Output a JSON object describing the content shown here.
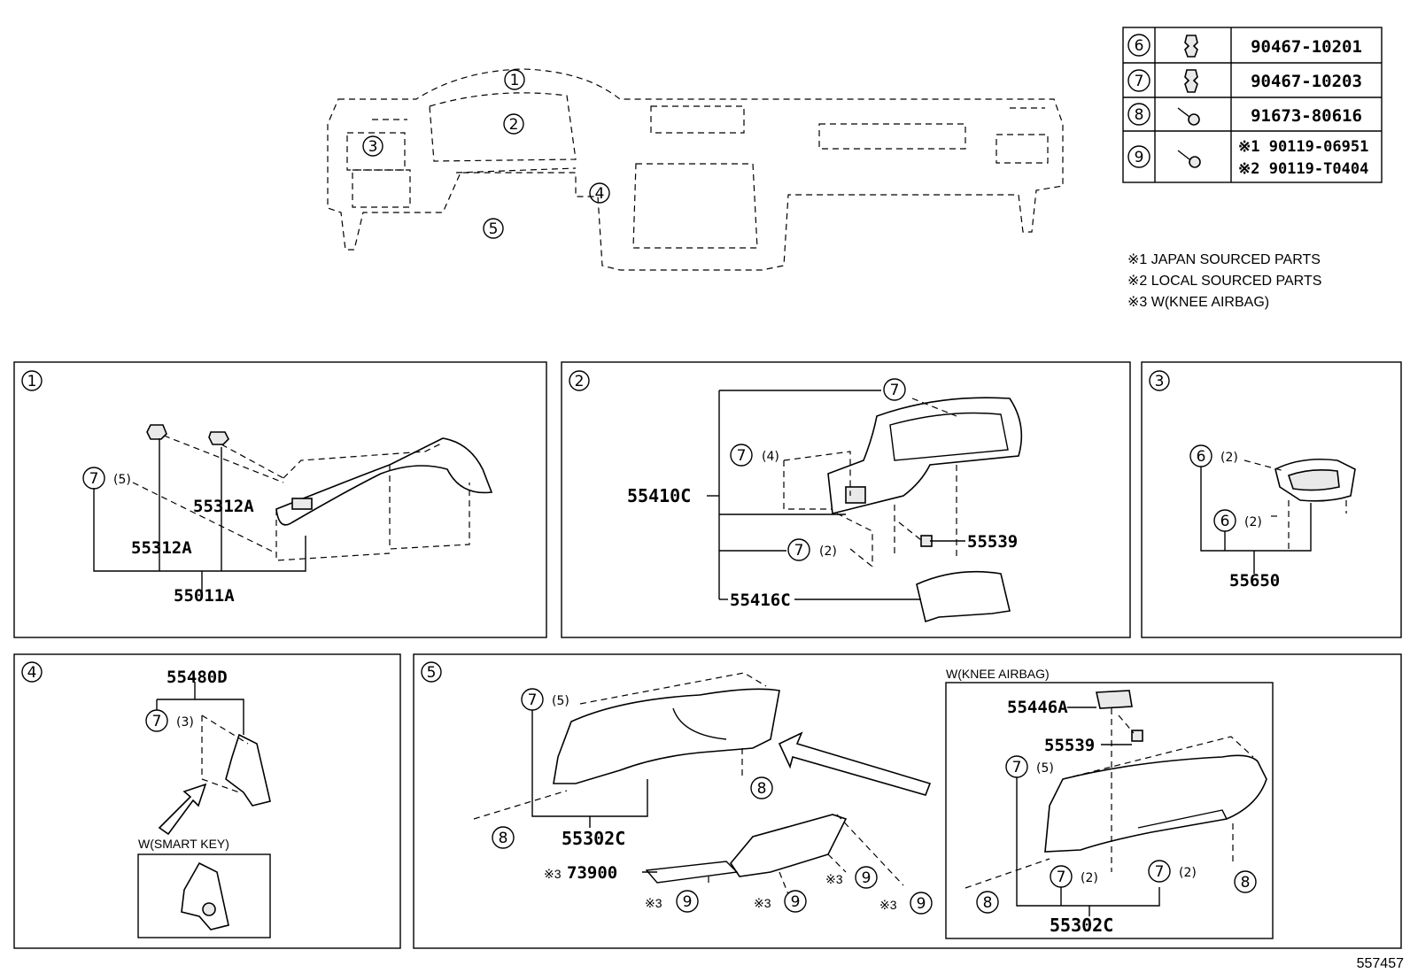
{
  "legend": [
    {
      "callout": "6",
      "parts": [
        "90467-10201"
      ],
      "icon": "clip-icon"
    },
    {
      "callout": "7",
      "parts": [
        "90467-10203"
      ],
      "icon": "clip-icon"
    },
    {
      "callout": "8",
      "parts": [
        "91673-80616"
      ],
      "icon": "screw-icon"
    },
    {
      "callout": "9",
      "parts": [
        "※1 90119-06951",
        "※2 90119-T0404"
      ],
      "icon": "screw-icon"
    }
  ],
  "notes": [
    "※1 JAPAN SOURCED PARTS",
    "※2 LOCAL SOURCED PARTS",
    "※3 W(KNEE AIRBAG)"
  ],
  "overview": {
    "callouts": [
      "1",
      "2",
      "3",
      "4",
      "5"
    ]
  },
  "panel1": {
    "id": "1",
    "c7": "7",
    "q7": "(5)",
    "p_a": "55312A",
    "p_b": "55312A",
    "p_main": "55011A"
  },
  "panel2": {
    "id": "2",
    "c7a": "7",
    "c7b": "7",
    "q7b": "(4)",
    "c7c": "7",
    "q7c": "(2)",
    "p_a": "55410C",
    "p_b": "55539",
    "p_c": "55416C"
  },
  "panel3": {
    "id": "3",
    "c6a": "6",
    "q6a": "(2)",
    "c6b": "6",
    "q6b": "(2)",
    "p_main": "55650"
  },
  "panel4": {
    "id": "4",
    "p_main": "55480D",
    "c7": "7",
    "q7": "(3)",
    "smart_key": "W(SMART KEY)"
  },
  "panel5": {
    "id": "5",
    "c7": "7",
    "q7": "(5)",
    "c8a": "8",
    "c8b": "8",
    "p_main": "55302C",
    "star3": "※3",
    "p_73900": "73900",
    "c9": "9",
    "knee_title": "W(KNEE AIRBAG)",
    "p_55446A": "55446A",
    "p_55539": "55539",
    "k_c7a": "7",
    "k_q7a": "(5)",
    "k_c7b": "7",
    "k_q7b": "(2)",
    "k_c7c": "7",
    "k_q7c": "(2)",
    "k_c8a": "8",
    "k_c8b": "8",
    "k_main": "55302C"
  },
  "figure_id": "557457"
}
